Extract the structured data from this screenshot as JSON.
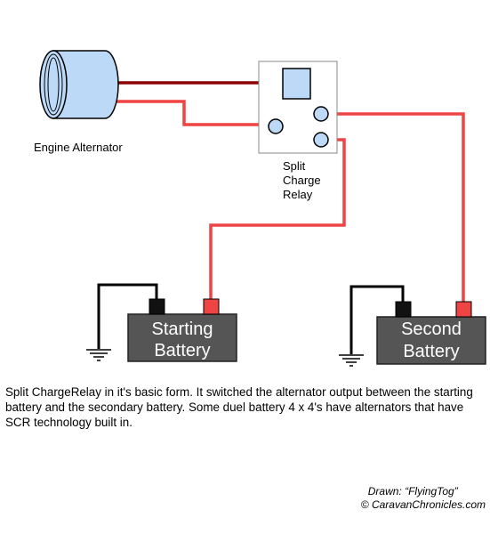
{
  "labels": {
    "alternator": "Engine Alternator",
    "relay": [
      "Split",
      "Charge",
      "Relay"
    ],
    "battery1": [
      "Starting",
      "Battery"
    ],
    "battery2": [
      "Second",
      "Battery"
    ]
  },
  "caption": "Split ChargeRelay in it's basic form. It switched the alternator output between the starting battery and the secondary battery. Some duel battery 4 x 4's have alternators that have SCR technology built in.",
  "credits": {
    "drawn": "Drawn:  “FlyingTog”",
    "copyright": "©  CaravanChronicles.com"
  },
  "colors": {
    "positive_wire": "#ee4444",
    "field_wire": "#8b0000",
    "ground_wire": "#000000",
    "battery_body": "#555555",
    "relay_fill": "#bcd9f7",
    "alternator_fill": "#bcd9f7"
  },
  "icons": [
    "alternator-icon",
    "relay-icon",
    "battery-icon",
    "ground-icon"
  ]
}
